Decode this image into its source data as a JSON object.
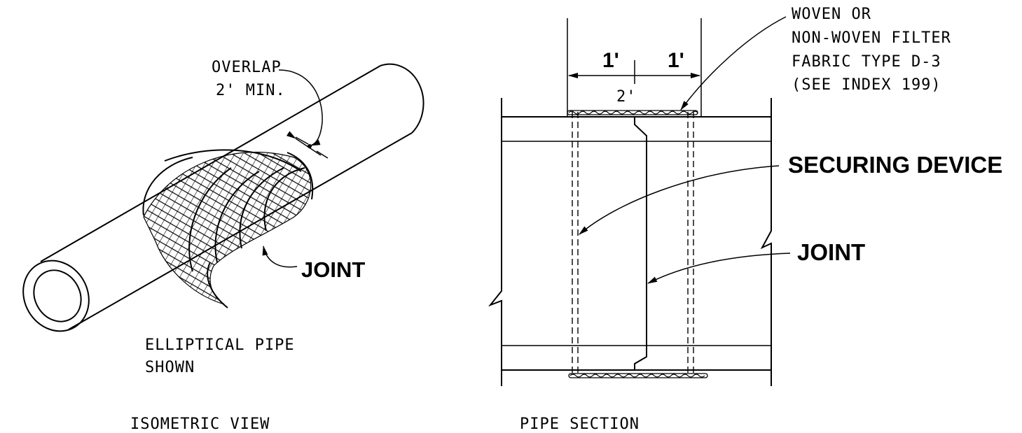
{
  "isometric": {
    "overlap_line1": "OVERLAP",
    "overlap_line2": "2' MIN.",
    "joint_label": "JOINT",
    "pipe_note_line1": "ELLIPTICAL PIPE",
    "pipe_note_line2": "SHOWN",
    "view_title": "ISOMETRIC VIEW"
  },
  "section": {
    "dim_left": "1'",
    "dim_right": "1'",
    "dim_total": "2'",
    "fabric_line1": "WOVEN OR",
    "fabric_line2": "NON-WOVEN FILTER",
    "fabric_line3": "FABRIC TYPE D-3",
    "fabric_line4": "(SEE INDEX 199)",
    "securing_label": "SECURING DEVICE",
    "joint_label": "JOINT",
    "view_title": "PIPE SECTION"
  },
  "colors": {
    "line": "#000000",
    "background": "#ffffff"
  }
}
